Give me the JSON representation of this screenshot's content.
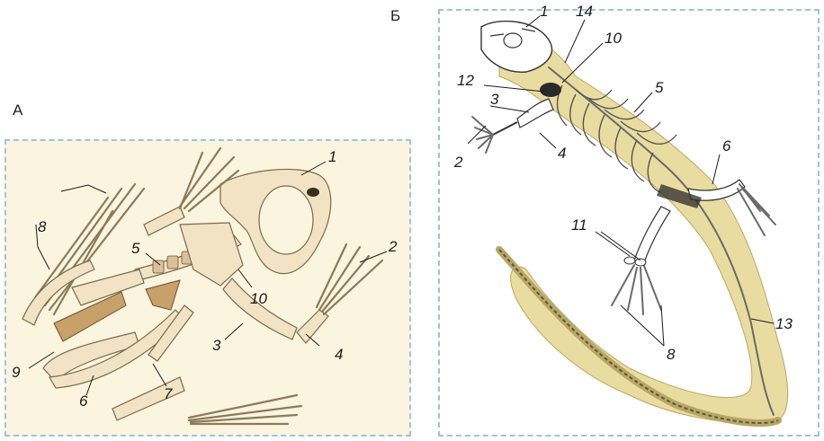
{
  "panels": {
    "a": {
      "letter": "А"
    },
    "b": {
      "letter": "Б"
    }
  },
  "labels_a": [
    "1",
    "2",
    "3",
    "4",
    "5",
    "6",
    "7",
    "8",
    "9",
    "10"
  ],
  "labels_b": [
    "1",
    "14",
    "10",
    "12",
    "5",
    "3",
    "2",
    "4",
    "6",
    "11",
    "8",
    "13"
  ]
}
